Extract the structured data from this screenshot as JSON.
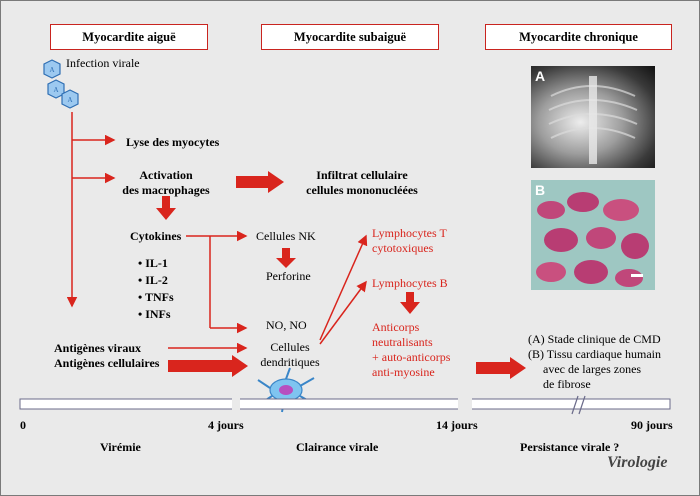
{
  "phases": {
    "acute": "Myocardite aiguë",
    "subacute": "Myocardite subaiguë",
    "chronic": "Myocardite chronique"
  },
  "labels": {
    "infection": "Infection virale",
    "lyse": "Lyse des myocytes",
    "activation": "Activation\ndes macrophages",
    "infiltrat": "Infiltrat cellulaire\ncellules mononucléées",
    "cytokines": "Cytokines",
    "cytokine_list": [
      "IL-1",
      "IL-2",
      "TNFs",
      "INFs"
    ],
    "nk": "Cellules NK",
    "perforine": "Perforine",
    "no": "NO,  NO",
    "antigenes": "Antigènes viraux\nAntigènes cellulaires",
    "dendritiques": "Cellules\ndendritiques",
    "lympho_t": "Lymphocytes T\ncytotoxiques",
    "lympho_b": "Lymphocytes B",
    "anticorps": "Anticorps\nneutralisants\n+ auto-anticorps\nanti-myosine",
    "stade": "(A) Stade clinique de CMD\n(B) Tissu cardiaque humain\n     avec de larges zones\n     de fibrose",
    "image_a": "A",
    "image_b": "B"
  },
  "timeline": {
    "t0": "0",
    "t1": "4 jours",
    "t2": "14 jours",
    "t3": "90 jours",
    "stage1": "Virémie",
    "stage2": "Clairance virale",
    "stage3": "Persistance virale ?"
  },
  "logo": "Virologie",
  "colors": {
    "accent": "#d9251d",
    "virus": "#4a90d9",
    "tissue": "#c0477a"
  }
}
